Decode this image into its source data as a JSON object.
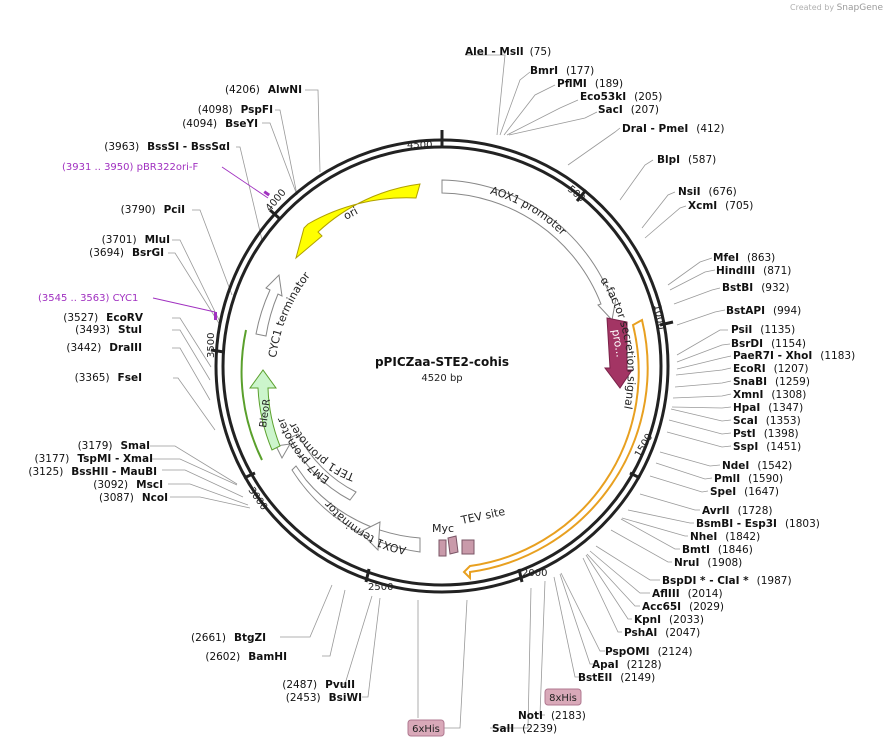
{
  "credit": {
    "created_by": "Created by",
    "brand": "SnapGene"
  },
  "plasmid": {
    "name": "pPICZaa-STE2-cohis",
    "size_label": "4520 bp",
    "length": 4520
  },
  "ticks": [
    "500",
    "1000",
    "1500",
    "2000",
    "2500",
    "3000",
    "3500",
    "4000",
    "4500"
  ],
  "features": [
    {
      "id": "aox1-promoter",
      "label": "AOX1 promoter",
      "color": "#ffffff",
      "stroke": "#888888"
    },
    {
      "id": "alpha-factor",
      "label": "α-factor secretion signal",
      "color": "#ffffff",
      "stroke": "#888888"
    },
    {
      "id": "pro",
      "label": "pro...",
      "color": "#a33564",
      "stroke": "#7a2249"
    },
    {
      "id": "ste2",
      "label": "",
      "color": "#ffffff",
      "stroke": "#e8a020"
    },
    {
      "id": "tev",
      "label": "TEV site",
      "color": "#c99aaa",
      "stroke": "#7a5566"
    },
    {
      "id": "myc",
      "label": "Myc",
      "color": "#c99aaa",
      "stroke": "#7a5566"
    },
    {
      "id": "aox1-terminator",
      "label": "AOX1 terminator",
      "color": "#ffffff",
      "stroke": "#888888"
    },
    {
      "id": "tef1-promoter",
      "label": "TEF1 promoter",
      "color": "#ffffff",
      "stroke": "#888888"
    },
    {
      "id": "em7-promoter",
      "label": "EM7 promoter",
      "color": "#ffffff",
      "stroke": "#888888"
    },
    {
      "id": "bleor",
      "label": "BleoR",
      "color": "#ccf5cc",
      "stroke": "#5aa02c"
    },
    {
      "id": "cyc1-terminator",
      "label": "CYC1 terminator",
      "color": "#ffffff",
      "stroke": "#888888"
    },
    {
      "id": "ori",
      "label": "ori",
      "color": "#ffff00",
      "stroke": "#b0a000"
    }
  ],
  "primers": [
    {
      "label": "(3931 .. 3950)  pBR322ori-F",
      "color": "#a030c0"
    },
    {
      "label": "(3545 .. 3563)  CYC1",
      "color": "#a030c0"
    }
  ],
  "his_tags": [
    {
      "label": "8xHis"
    },
    {
      "label": "6xHis"
    }
  ],
  "sites": [
    {
      "name": "AleI   -  MslI",
      "pos": "(75)"
    },
    {
      "name": "BmrI",
      "pos": "(177)"
    },
    {
      "name": "PflMI",
      "pos": "(189)"
    },
    {
      "name": "Eco53kI",
      "pos": "(205)"
    },
    {
      "name": "SacI",
      "pos": "(207)"
    },
    {
      "name": "DraI   -  PmeI",
      "pos": "(412)"
    },
    {
      "name": "BlpI",
      "pos": "(587)"
    },
    {
      "name": "NsiI",
      "pos": "(676)"
    },
    {
      "name": "XcmI",
      "pos": "(705)"
    },
    {
      "name": "MfeI",
      "pos": "(863)"
    },
    {
      "name": "HindIII",
      "pos": "(871)"
    },
    {
      "name": "BstBI",
      "pos": "(932)"
    },
    {
      "name": "BstAPI",
      "pos": "(994)"
    },
    {
      "name": "PsiI",
      "pos": "(1135)"
    },
    {
      "name": "BsrDI",
      "pos": "(1154)"
    },
    {
      "name": "PaeR7I   -  XhoI",
      "pos": "(1183)"
    },
    {
      "name": "EcoRI",
      "pos": "(1207)"
    },
    {
      "name": "SnaBI",
      "pos": "(1259)"
    },
    {
      "name": "XmnI",
      "pos": "(1308)"
    },
    {
      "name": "HpaI",
      "pos": "(1347)"
    },
    {
      "name": "ScaI",
      "pos": "(1353)"
    },
    {
      "name": "PstI",
      "pos": "(1398)"
    },
    {
      "name": "SspI",
      "pos": "(1451)"
    },
    {
      "name": "NdeI",
      "pos": "(1542)"
    },
    {
      "name": "PmlI",
      "pos": "(1590)"
    },
    {
      "name": "SpeI",
      "pos": "(1647)"
    },
    {
      "name": "AvrII",
      "pos": "(1728)"
    },
    {
      "name": "BsmBI   -  Esp3I",
      "pos": "(1803)"
    },
    {
      "name": "NheI",
      "pos": "(1842)"
    },
    {
      "name": "BmtI",
      "pos": "(1846)"
    },
    {
      "name": "NruI",
      "pos": "(1908)"
    },
    {
      "name": "BspDI *   -  ClaI *",
      "pos": "(1987)"
    },
    {
      "name": "AflIII",
      "pos": "(2014)"
    },
    {
      "name": "Acc65I",
      "pos": "(2029)"
    },
    {
      "name": "KpnI",
      "pos": "(2033)"
    },
    {
      "name": "PshAI",
      "pos": "(2047)"
    },
    {
      "name": "PspOMI",
      "pos": "(2124)"
    },
    {
      "name": "ApaI",
      "pos": "(2128)"
    },
    {
      "name": "BstEII",
      "pos": "(2149)"
    },
    {
      "name": "NotI",
      "pos": "(2183)"
    },
    {
      "name": "SalI",
      "pos": "(2239)"
    },
    {
      "name": "BsiWI",
      "pos": "(2453)"
    },
    {
      "name": "PvuII",
      "pos": "(2487)"
    },
    {
      "name": "BamHI",
      "pos": "(2602)"
    },
    {
      "name": "BtgZI",
      "pos": "(2661)"
    },
    {
      "name": "NcoI",
      "pos": "(3087)"
    },
    {
      "name": "MscI",
      "pos": "(3092)"
    },
    {
      "name": "BssHII   -  MauBI",
      "pos": "(3125)"
    },
    {
      "name": "TspMI   -  XmaI",
      "pos": "(3177)"
    },
    {
      "name": "SmaI",
      "pos": "(3179)"
    },
    {
      "name": "FseI",
      "pos": "(3365)"
    },
    {
      "name": "DraIII",
      "pos": "(3442)"
    },
    {
      "name": "StuI",
      "pos": "(3493)"
    },
    {
      "name": "EcoRV",
      "pos": "(3527)"
    },
    {
      "name": "BsrGI",
      "pos": "(3694)"
    },
    {
      "name": "MluI",
      "pos": "(3701)"
    },
    {
      "name": "PciI",
      "pos": "(3790)"
    },
    {
      "name": "BssSI   -  BssSαI",
      "pos": "(3963)"
    },
    {
      "name": "BseYI",
      "pos": "(4094)"
    },
    {
      "name": "PspFI",
      "pos": "(4098)"
    },
    {
      "name": "AlwNI",
      "pos": "(4206)"
    }
  ]
}
